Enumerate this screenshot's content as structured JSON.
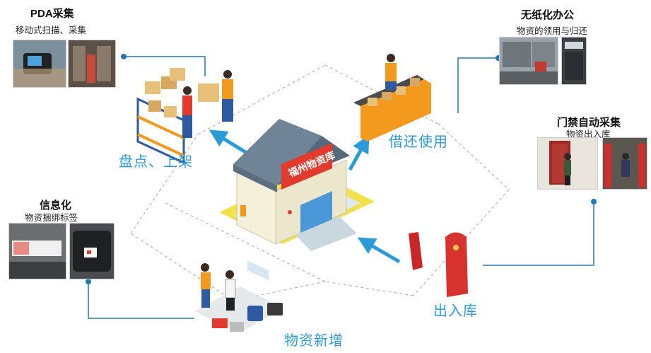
{
  "corners": {
    "pda": {
      "title": "PDA采集",
      "subtitle": "移动式扫描、采集"
    },
    "paperless": {
      "title": "无纸化办公",
      "subtitle": "物资的领用与归还"
    },
    "door": {
      "title": "门禁自动采集",
      "subtitle": "物资出入库"
    },
    "info": {
      "title": "信息化",
      "subtitle": "物资捆绑标签"
    }
  },
  "stages": {
    "inventory": "盘点、上架",
    "borrow": "借还使用",
    "inout": "出入库",
    "add": "物资新增"
  },
  "warehouse_sign": "福州物资库",
  "colors": {
    "accent_blue": "#2a9bd8",
    "connector": "#1f78b4",
    "dashed": "#b5b5b5",
    "sign_red": "#e23b2e",
    "orange": "#f39a1e"
  }
}
